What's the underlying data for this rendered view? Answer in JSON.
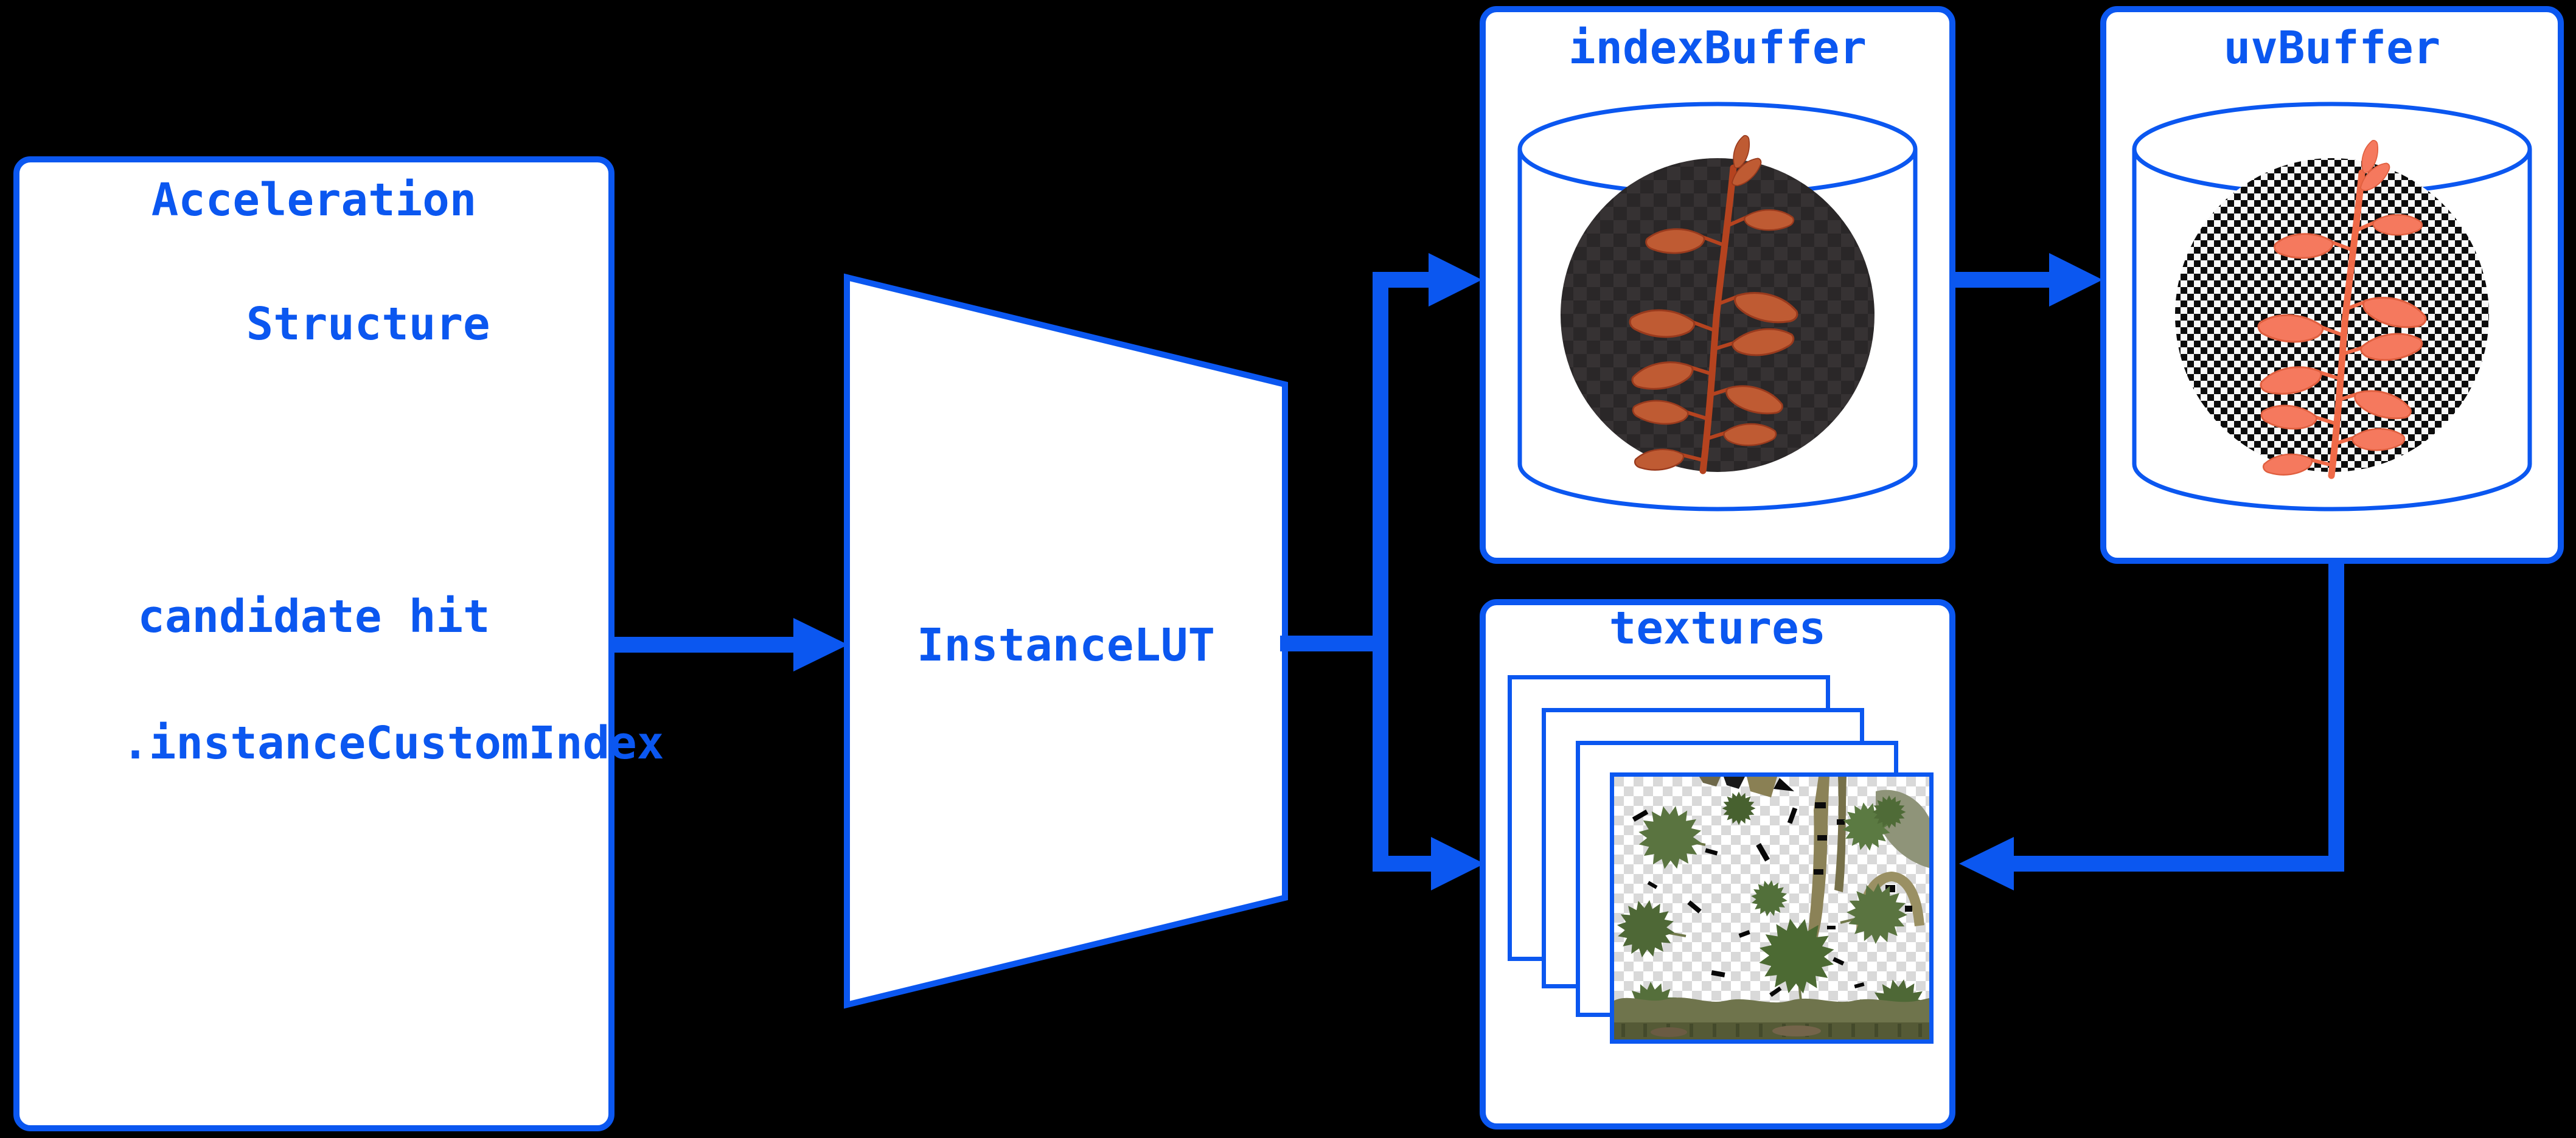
{
  "colors": {
    "accent_blue": "#0b57f0",
    "background": "#000000",
    "node_fill": "#ffffff",
    "index_plant": "#bf5b33",
    "uv_plant": "#f5795e",
    "dark_checker": "#2d2a2b"
  },
  "nodes": {
    "acceleration_structure": {
      "title_line1": "Acceleration",
      "title_line2": "Structure",
      "body_line1": "candidate hit",
      "body_line2": ".instanceCustomIndex"
    },
    "instance_lut": {
      "label": "InstanceLUT"
    },
    "index_buffer": {
      "label": "indexBuffer",
      "icon": "buffer-cylinder-with-wireframe-plant"
    },
    "uv_buffer": {
      "label": "uvBuffer",
      "icon": "buffer-cylinder-with-uv-checker-plant"
    },
    "textures": {
      "label": "textures",
      "icon": "stacked-texture-atlas-pages"
    }
  },
  "edges": [
    {
      "from": "acceleration-structure",
      "to": "instance-lut"
    },
    {
      "from": "instance-lut",
      "to": "index-buffer"
    },
    {
      "from": "instance-lut",
      "to": "textures"
    },
    {
      "from": "index-buffer",
      "to": "uv-buffer"
    },
    {
      "from": "uv-buffer",
      "to": "textures"
    }
  ]
}
